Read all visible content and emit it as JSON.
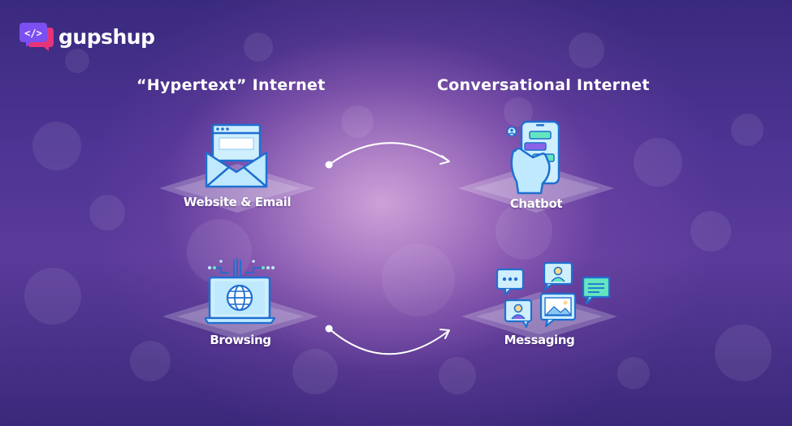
{
  "brand": {
    "name": "gupshup"
  },
  "columns": {
    "left_title": "“Hypertext” Internet",
    "right_title": "Conversational Internet"
  },
  "nodes": {
    "website_email": "Website & Email",
    "chatbot": "Chatbot",
    "browsing": "Browsing",
    "messaging": "Messaging"
  },
  "colors": {
    "icon_fill": "#bfe9ff",
    "icon_stroke": "#1f6fd0",
    "accent_green": "#63e6be",
    "accent_purple": "#8a63e8",
    "logo_purple": "#7b4ff0",
    "logo_pink": "#e6337a"
  }
}
